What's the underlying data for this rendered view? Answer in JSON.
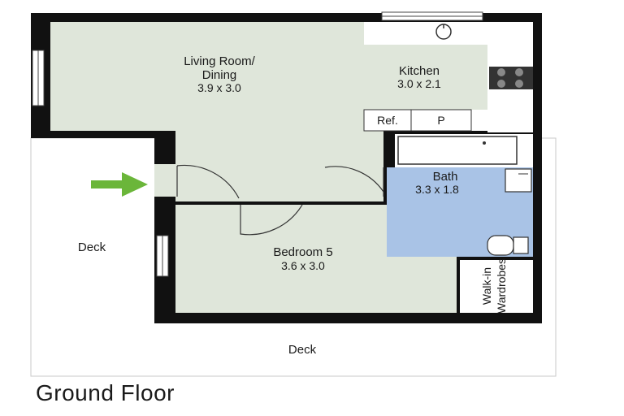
{
  "plan_title": "Ground Floor",
  "colors": {
    "wall": "#111111",
    "room_fill": "#dfe6da",
    "bath_fill": "#a9c3e6",
    "deck_fill": "#ffffff",
    "entry_arrow": "#6bb63a"
  },
  "rooms": {
    "living": {
      "name_line1": "Living Room/",
      "name_line2": "Dining",
      "dims": "3.9 x 3.0"
    },
    "kitchen": {
      "name": "Kitchen",
      "dims": "3.0 x 2.1"
    },
    "bath": {
      "name": "Bath",
      "dims": "3.3 x 1.8"
    },
    "bedroom": {
      "name": "Bedroom 5",
      "dims": "3.6 x 3.0"
    },
    "wardrobe": {
      "line1": "Walk-in",
      "line2": "Wardrobes"
    }
  },
  "fixtures": {
    "fridge": "Ref.",
    "pantry": "P"
  },
  "decks": {
    "left": "Deck",
    "bottom": "Deck"
  },
  "icons": [
    "entry-arrow-icon",
    "sink-icon",
    "cooktop-icon",
    "basin-icon",
    "toilet-icon",
    "window-icon",
    "door-swing-icon"
  ]
}
